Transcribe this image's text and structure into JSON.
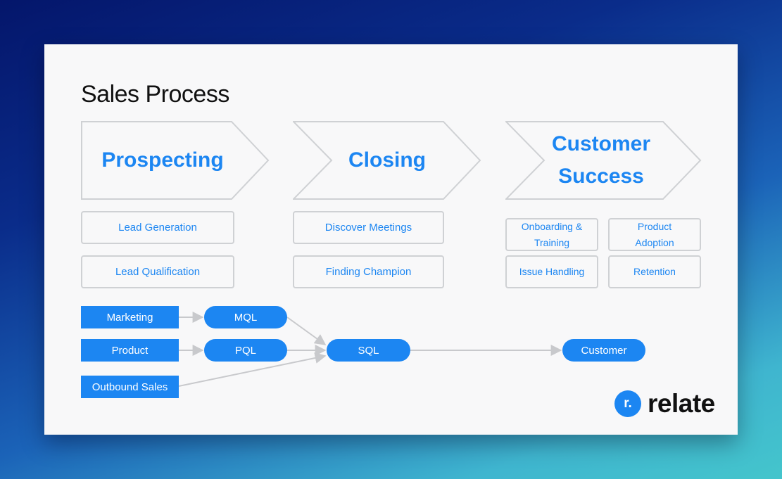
{
  "title": "Sales Process",
  "stages": [
    {
      "label": "Prospecting"
    },
    {
      "label": "Closing"
    },
    {
      "label": "Customer Success"
    }
  ],
  "activities": {
    "prospecting": [
      "Lead Generation",
      "Lead Qualification"
    ],
    "closing": [
      "Discover Meetings",
      "Finding Champion"
    ],
    "customer_success": [
      "Onboarding & Training",
      "Product Adoption",
      "Issue Handling",
      "Retention"
    ]
  },
  "flow": {
    "sources": [
      "Marketing",
      "Product",
      "Outbound Sales"
    ],
    "mql": "MQL",
    "pql": "PQL",
    "sql": "SQL",
    "customer": "Customer"
  },
  "logo": {
    "mark": "r.",
    "text": "relate"
  },
  "colors": {
    "accent": "#1c86f2",
    "border": "#cfd1d4",
    "arrow": "#c8c9cc"
  }
}
